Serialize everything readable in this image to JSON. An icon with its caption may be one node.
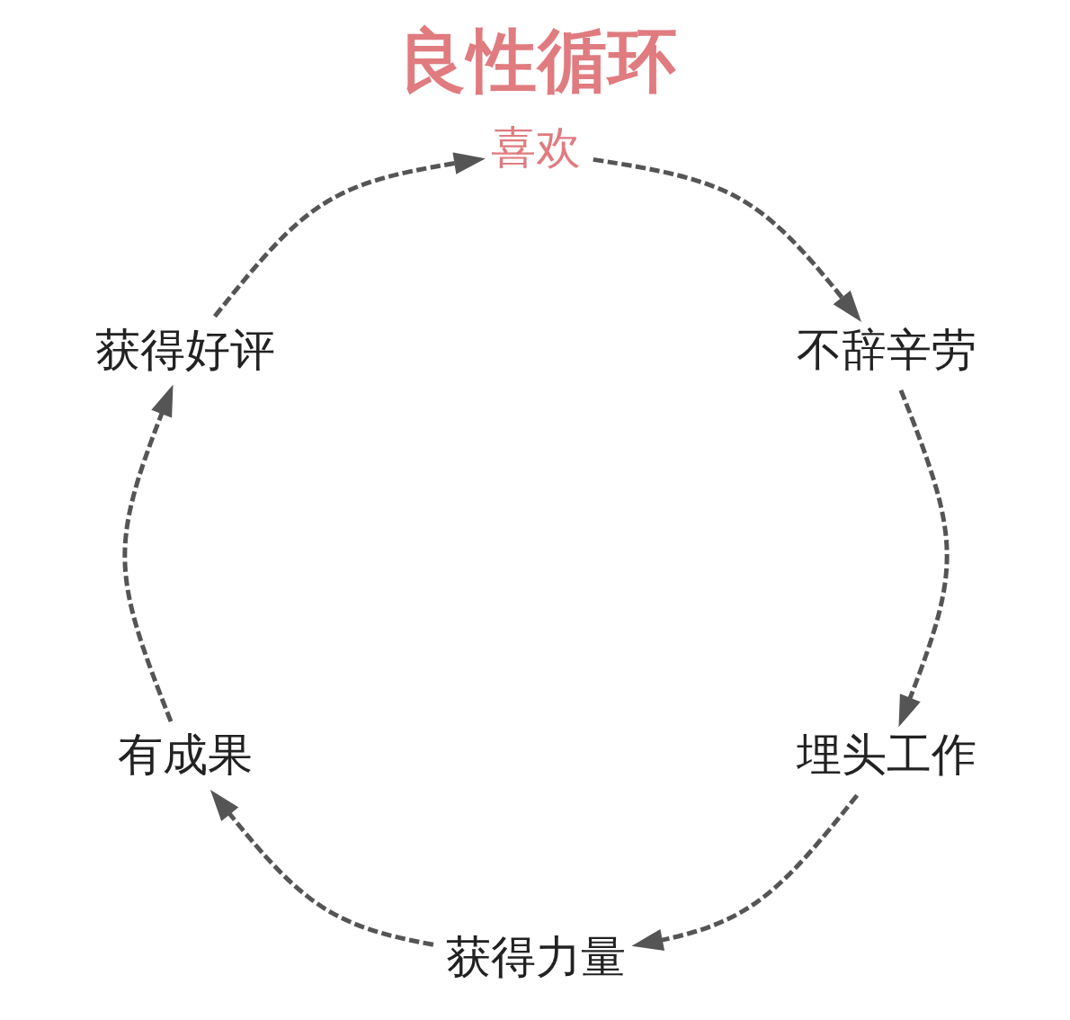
{
  "diagram": {
    "title": "良性循环",
    "nodes": [
      {
        "text": [
          "喜欢"
        ]
      },
      {
        "text": [
          "不辞辛劳"
        ]
      },
      {
        "text": [
          "埋头工作"
        ]
      },
      {
        "text": [
          "获得力量"
        ]
      },
      {
        "text": [
          "有成果"
        ]
      },
      {
        "text": [
          "获得好评"
        ]
      }
    ],
    "edges": [
      {
        "from": 0,
        "to": 1,
        "arrow": "to",
        "style": "dashed"
      },
      {
        "from": 1,
        "to": 2,
        "arrow": "to",
        "style": "dashed"
      },
      {
        "from": 2,
        "to": 3,
        "arrow": "to",
        "style": "dashed"
      },
      {
        "from": 3,
        "to": 4,
        "arrow": "to",
        "style": "dashed"
      },
      {
        "from": 4,
        "to": 5,
        "arrow": "to",
        "style": "dashed"
      },
      {
        "from": 5,
        "to": 0,
        "arrow": "to",
        "style": "dashed"
      }
    ]
  }
}
